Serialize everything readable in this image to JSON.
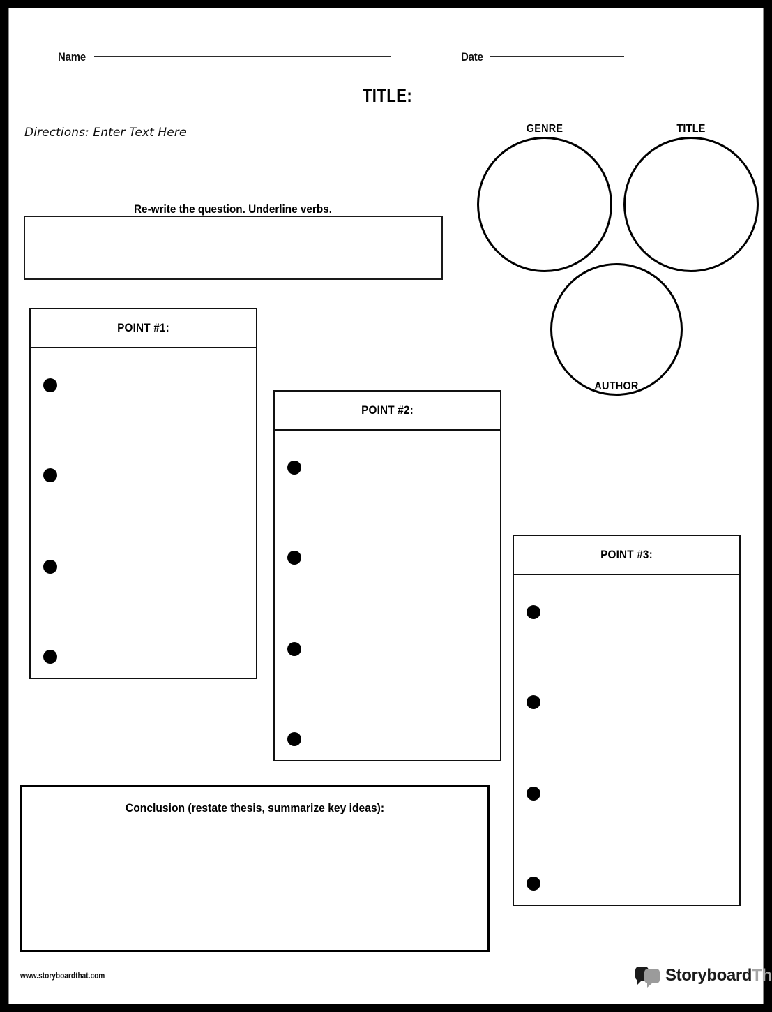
{
  "header": {
    "name_label": "Name",
    "date_label": "Date",
    "title": "TITLE:"
  },
  "directions": {
    "text": "Directions: Enter Text Here"
  },
  "question": {
    "heading": "Re-write the question. Underline verbs.",
    "value": ""
  },
  "circles": [
    {
      "label": "GENRE",
      "value": ""
    },
    {
      "label": "TITLE",
      "value": ""
    },
    {
      "label": "AUTHOR",
      "value": ""
    }
  ],
  "points": [
    {
      "header": "POINT #1:",
      "bullets": [
        "",
        "",
        "",
        ""
      ]
    },
    {
      "header": "POINT #2:",
      "bullets": [
        "",
        "",
        "",
        ""
      ]
    },
    {
      "header": "POINT #3:",
      "bullets": [
        "",
        "",
        "",
        ""
      ]
    }
  ],
  "conclusion": {
    "heading": "Conclusion (restate thesis, summarize key ideas):",
    "value": ""
  },
  "footer": {
    "url": "www.storyboardthat.com",
    "brand_primary": "Storyboard",
    "brand_secondary": "That"
  },
  "colors": {
    "frame": "#000000",
    "page": "#ffffff",
    "ink": "#111111",
    "brand_dark": "#1b1b1b",
    "brand_light": "#a6a6a6"
  }
}
